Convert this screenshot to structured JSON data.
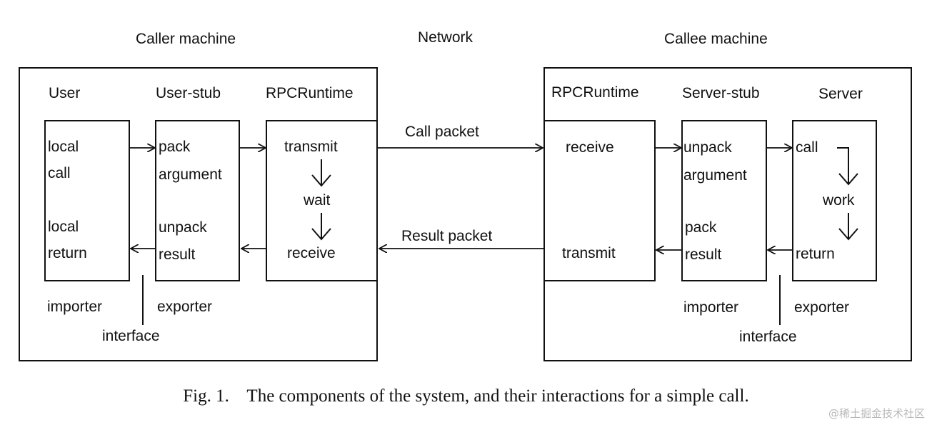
{
  "titles": {
    "caller_machine": "Caller machine",
    "network": "Network",
    "callee_machine": "Callee machine"
  },
  "caller": {
    "user": {
      "header": "User",
      "lines": [
        "local",
        "call",
        "local",
        "return"
      ],
      "role": "importer"
    },
    "user_stub": {
      "header": "User-stub",
      "lines": [
        "pack",
        "argument",
        "unpack",
        "result"
      ],
      "role": "exporter"
    },
    "rpc_runtime": {
      "header": "RPCRuntime",
      "lines": [
        "transmit",
        "wait",
        "receive"
      ]
    },
    "interface": "interface"
  },
  "network": {
    "call_packet": "Call packet",
    "result_packet": "Result packet"
  },
  "callee": {
    "rpc_runtime": {
      "header": "RPCRuntime",
      "lines": [
        "receive",
        "transmit"
      ]
    },
    "server_stub": {
      "header": "Server-stub",
      "lines": [
        "unpack",
        "argument",
        "pack",
        "result"
      ],
      "role": "importer"
    },
    "server": {
      "header": "Server",
      "lines": [
        "call",
        "work",
        "return"
      ],
      "role": "exporter"
    },
    "interface": "interface"
  },
  "caption": "Fig. 1.    The components of the system, and their interactions for a simple call.",
  "watermark": "@稀土掘金技术社区"
}
